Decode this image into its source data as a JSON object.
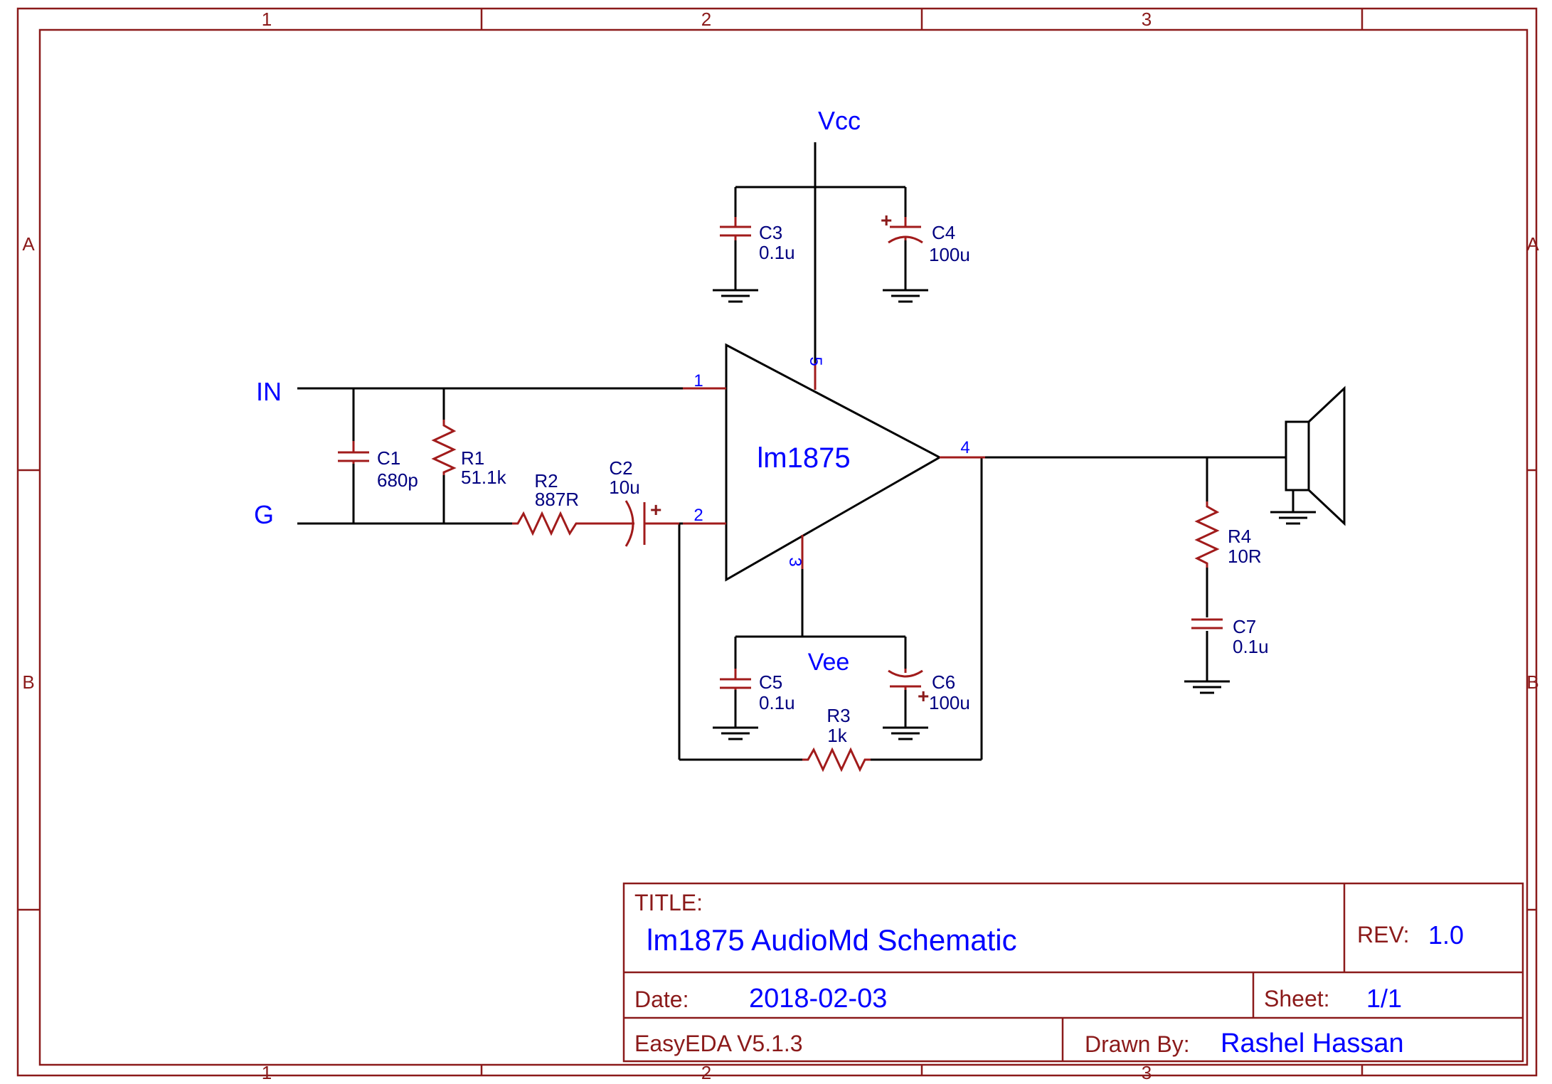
{
  "frame": {
    "columns": [
      "1",
      "2",
      "3"
    ],
    "rows": [
      "A",
      "B"
    ]
  },
  "nets": {
    "vcc": "Vcc",
    "vee": "Vee",
    "input": "IN",
    "ground": "G"
  },
  "ic": {
    "name": "lm1875",
    "pins": {
      "p1": "1",
      "p2": "2",
      "p3": "3",
      "p4": "4",
      "p5": "5"
    }
  },
  "components": {
    "C1": {
      "ref": "C1",
      "value": "680p"
    },
    "R1": {
      "ref": "R1",
      "value": "51.1k"
    },
    "R2": {
      "ref": "R2",
      "value": "887R"
    },
    "C2": {
      "ref": "C2",
      "value": "10u"
    },
    "C3": {
      "ref": "C3",
      "value": "0.1u"
    },
    "C4": {
      "ref": "C4",
      "value": "100u"
    },
    "C5": {
      "ref": "C5",
      "value": "0.1u"
    },
    "C6": {
      "ref": "C6",
      "value": "100u"
    },
    "R3": {
      "ref": "R3",
      "value": "1k"
    },
    "R4": {
      "ref": "R4",
      "value": "10R"
    },
    "C7": {
      "ref": "C7",
      "value": "0.1u"
    },
    "polarity_mark": "+"
  },
  "title_block": {
    "title_label": "TITLE:",
    "title": "lm1875 AudioMd Schematic",
    "rev_label": "REV:",
    "rev": "1.0",
    "date_label": "Date:",
    "date": "2018-02-03",
    "sheet_label": "Sheet:",
    "sheet": "1/1",
    "tool": "EasyEDA V5.1.3",
    "drawn_by_label": "Drawn By:",
    "drawn_by": "Rashel Hassan"
  }
}
